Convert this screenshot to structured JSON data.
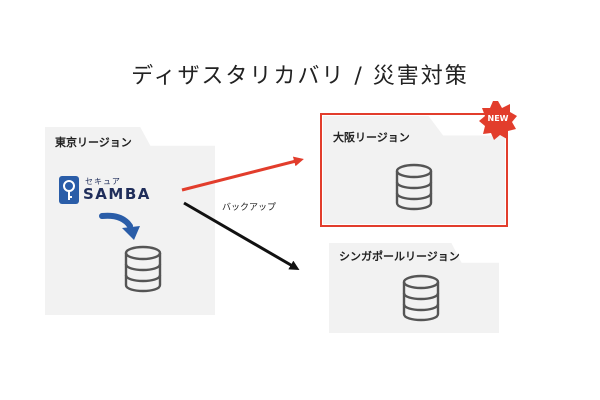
{
  "title": "ディザスタリカバリ / 災害対策",
  "regions": {
    "tokyo": {
      "label": "東京リージョン"
    },
    "osaka": {
      "label": "大阪リージョン",
      "badge": "NEW"
    },
    "singapore": {
      "label": "シンガポールリージョン"
    }
  },
  "logo": {
    "small_text": "セキュア",
    "main_text": "SAMBA"
  },
  "arrow": {
    "label": "バックアップ"
  },
  "colors": {
    "accent_red": "#e23d2c",
    "folder_bg": "#f2f2f2",
    "logo_blue": "#2a5da8",
    "arrow_black": "#111111"
  }
}
